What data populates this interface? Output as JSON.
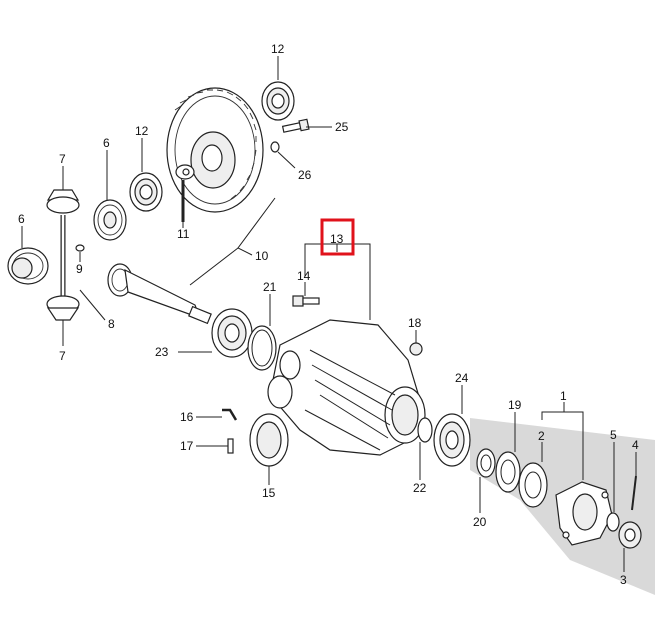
{
  "diagram": {
    "labels": [
      {
        "id": "p12a",
        "text": "12"
      },
      {
        "id": "p25",
        "text": "25"
      },
      {
        "id": "p12b",
        "text": "12"
      },
      {
        "id": "p6a",
        "text": "6"
      },
      {
        "id": "p7a",
        "text": "7"
      },
      {
        "id": "p26",
        "text": "26"
      },
      {
        "id": "p11",
        "text": "11"
      },
      {
        "id": "p6b",
        "text": "6"
      },
      {
        "id": "p9",
        "text": "9"
      },
      {
        "id": "p10",
        "text": "10"
      },
      {
        "id": "p13",
        "text": "13"
      },
      {
        "id": "p14",
        "text": "14"
      },
      {
        "id": "p21",
        "text": "21"
      },
      {
        "id": "p8",
        "text": "8"
      },
      {
        "id": "p18",
        "text": "18"
      },
      {
        "id": "p7b",
        "text": "7"
      },
      {
        "id": "p23",
        "text": "23"
      },
      {
        "id": "p24",
        "text": "24"
      },
      {
        "id": "p19",
        "text": "19"
      },
      {
        "id": "p1",
        "text": "1"
      },
      {
        "id": "p16",
        "text": "16"
      },
      {
        "id": "p17",
        "text": "17"
      },
      {
        "id": "p2",
        "text": "2"
      },
      {
        "id": "p5",
        "text": "5"
      },
      {
        "id": "p4",
        "text": "4"
      },
      {
        "id": "p15",
        "text": "15"
      },
      {
        "id": "p22",
        "text": "22"
      },
      {
        "id": "p20",
        "text": "20"
      },
      {
        "id": "p3",
        "text": "3"
      }
    ],
    "highlight_color": "#e0121b",
    "shadow_color": "#d9d9d9"
  }
}
